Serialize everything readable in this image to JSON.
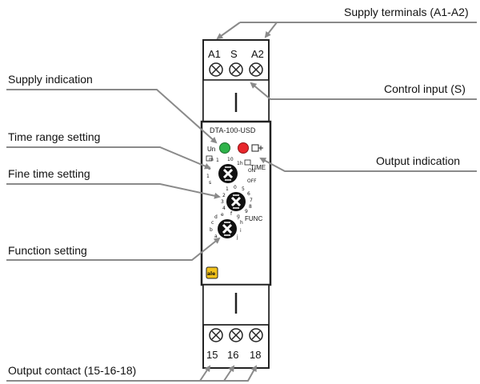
{
  "callouts": {
    "supply_terminals": "Supply terminals (A1-A2)",
    "supply_indication": "Supply indication",
    "control_input": "Control input (S)",
    "time_range_setting": "Time range setting",
    "output_indication": "Output indication",
    "fine_time_setting": "Fine time setting",
    "function_setting": "Function setting",
    "output_contact": "Output contact (15-16-18)"
  },
  "device": {
    "model": "DTA-100-USD",
    "top_terminals": [
      "A1",
      "S",
      "A2"
    ],
    "bottom_terminals": [
      "15",
      "16",
      "18"
    ],
    "led_supply_label": "Un",
    "knob_labels": {
      "time": "TIME",
      "func": "FUNC",
      "on": "ON",
      "off": "OFF"
    },
    "time_scale": [
      "1",
      "10",
      "1h"
    ],
    "fine_scale": [
      "0",
      "1",
      "2",
      "3",
      "4",
      "5",
      "6",
      "7",
      "8",
      "9"
    ],
    "func_scale": [
      "a",
      "b",
      "c",
      "d",
      "e",
      "f",
      "g",
      "h",
      "i",
      "j"
    ],
    "colors": {
      "led_supply": "#2fb34a",
      "led_output": "#e8262b",
      "frame": "#222222",
      "leader": "#8a8a8a",
      "logo": "#f2c21b"
    },
    "icons": {
      "knob": "cross-grip-knob",
      "terminal": "screw-terminal",
      "relay_symbol": "relay-coil-icon",
      "logo": "manufacturer-logo"
    }
  }
}
